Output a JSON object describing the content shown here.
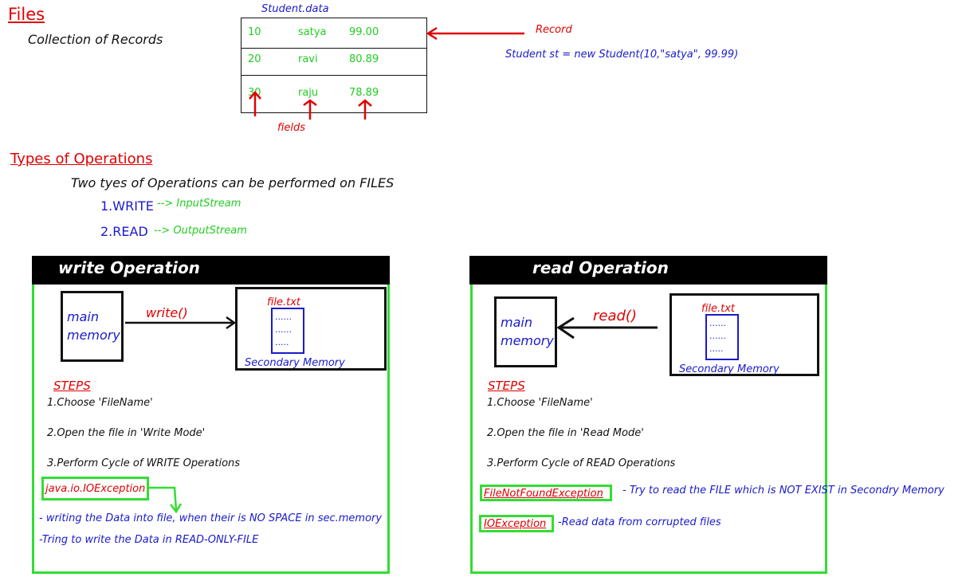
{
  "header": {
    "title": "Files",
    "subtitle": "Collection of Records"
  },
  "record_table": {
    "caption": "Student.data",
    "rows": [
      {
        "id": "10",
        "name": "satya",
        "marks": "99.00"
      },
      {
        "id": "20",
        "name": "ravi",
        "marks": "80.89"
      },
      {
        "id": "30",
        "name": "raju",
        "marks": "78.89"
      }
    ],
    "record_label": "Record",
    "fields_label": "fields",
    "constructor_code": "Student st = new Student(10,\"satya\", 99.99)"
  },
  "operations": {
    "title": "Types of Operations",
    "description": "Two tyes of Operations can be performed on FILES",
    "items": [
      {
        "label": "1.WRITE",
        "note": "--> InputStream"
      },
      {
        "label": "2.READ",
        "note": "--> OutputStream"
      }
    ]
  },
  "write_panel": {
    "header": "write Operation",
    "main_memory": [
      "main",
      "memory"
    ],
    "method": "write()",
    "file_name": "file.txt",
    "doc_lines": [
      "......",
      "......",
      "....."
    ],
    "secondary_memory": "Secondary Memory",
    "steps_title": "STEPS",
    "steps": [
      "1.Choose 'FileName'",
      "2.Open the file in 'Write Mode'",
      "3.Perform Cycle of WRITE Operations"
    ],
    "exception": "java.io.IOException",
    "notes": [
      "- writing the Data into file, when their is NO SPACE in sec.memory",
      "-Tring to write the Data in READ-ONLY-FILE"
    ]
  },
  "read_panel": {
    "header": "read Operation",
    "main_memory": [
      "main",
      "memory"
    ],
    "method": "read()",
    "file_name": "file.txt",
    "doc_lines": [
      "......",
      "......",
      "....."
    ],
    "secondary_memory": "Secondary Memory",
    "steps_title": "STEPS",
    "steps": [
      "1.Choose 'FileName'",
      "2.Open the file in 'Read Mode'",
      "3.Perform Cycle of READ Operations"
    ],
    "exceptions": [
      {
        "name": "FileNotFoundException",
        "note": "- Try to read the FILE which is NOT EXIST in Secondry Memory"
      },
      {
        "name": "IOException",
        "note": "-Read data from corrupted files"
      }
    ]
  },
  "colors": {
    "red": "#e00000",
    "blue": "#1a1acc",
    "green": "#22cc22",
    "panel_border": "#33dd33",
    "header_bg": "#000000"
  }
}
